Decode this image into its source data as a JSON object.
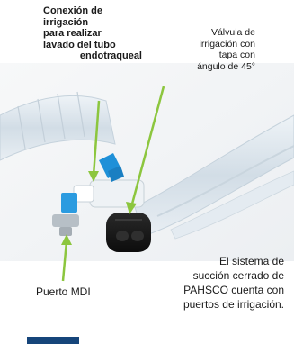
{
  "annotations": {
    "top_left": [
      "Conexión de",
      "irrigación",
      "para realizar",
      "lavado del tubo",
      "endotraqueal"
    ],
    "top_right": [
      "Válvula de",
      "irrigación con",
      "tapa con",
      "ángulo de 45°"
    ],
    "mdi_port": "Puerto MDI",
    "description": [
      "El sistema de",
      "succión cerrado de",
      "PAHSCO cuenta con",
      "puertos de irrigación."
    ]
  },
  "colors": {
    "arrow": "#8cc63e",
    "tubing": "#dbe6ee",
    "valve_blue": "#1e90d8",
    "black_cap": "#151515",
    "footer_block": "#16457a"
  }
}
